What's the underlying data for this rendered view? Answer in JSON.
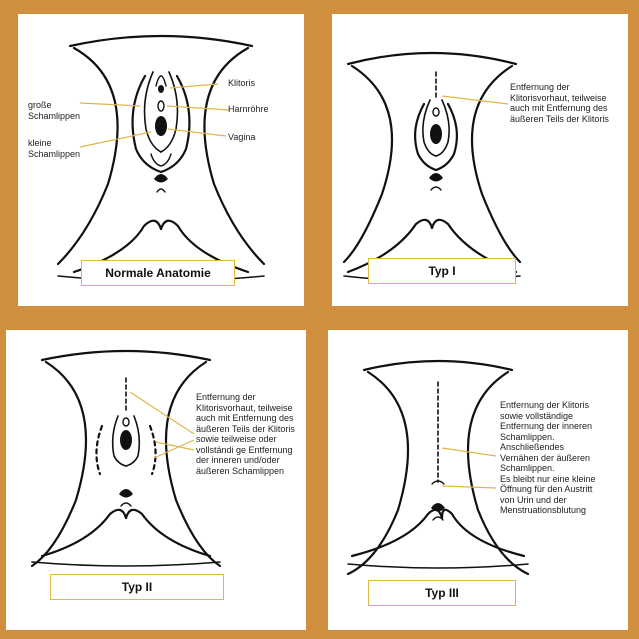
{
  "panels": {
    "normal": {
      "caption": "Normale Anatomie",
      "labels": {
        "klitoris": "Klitoris",
        "harnroehre": "Harnröhre",
        "vagina": "Vagina",
        "grosse_schamlippen": "große\nSchamlippen",
        "kleine_schamlippen": "kleine\nSchamlippen"
      }
    },
    "typ1": {
      "caption": "Typ I",
      "description": "Entfernung der\nKlitorisvorhaut, teilweise\nauch mit Entfernung des\näußeren Teils der Klitoris"
    },
    "typ2": {
      "caption": "Typ II",
      "description": "Entfernung der\nKlitorisvorhaut, teilweise\nauch mit Entfernung des\näußeren Teils der Klitoris\nsowie teilweise oder\nvollständi ge Entfernung\nder inneren und/oder\näußeren Schamlippen"
    },
    "typ3": {
      "caption": "Typ III",
      "description": "Entfernung der Klitoris\nsowie vollständige\nEntfernung der inneren\nSchamlippen.\nAnschließendes\nVernähen der äußeren\nSchamlippen.\nEs bleibt nur eine kleine\nÖffnung für den Austritt\nvon Urin und der\nMenstruationsblutung"
    }
  },
  "colors": {
    "background": "#d0903f",
    "caption_border": "#e0b64a",
    "leader_line": "#e0b64a"
  }
}
